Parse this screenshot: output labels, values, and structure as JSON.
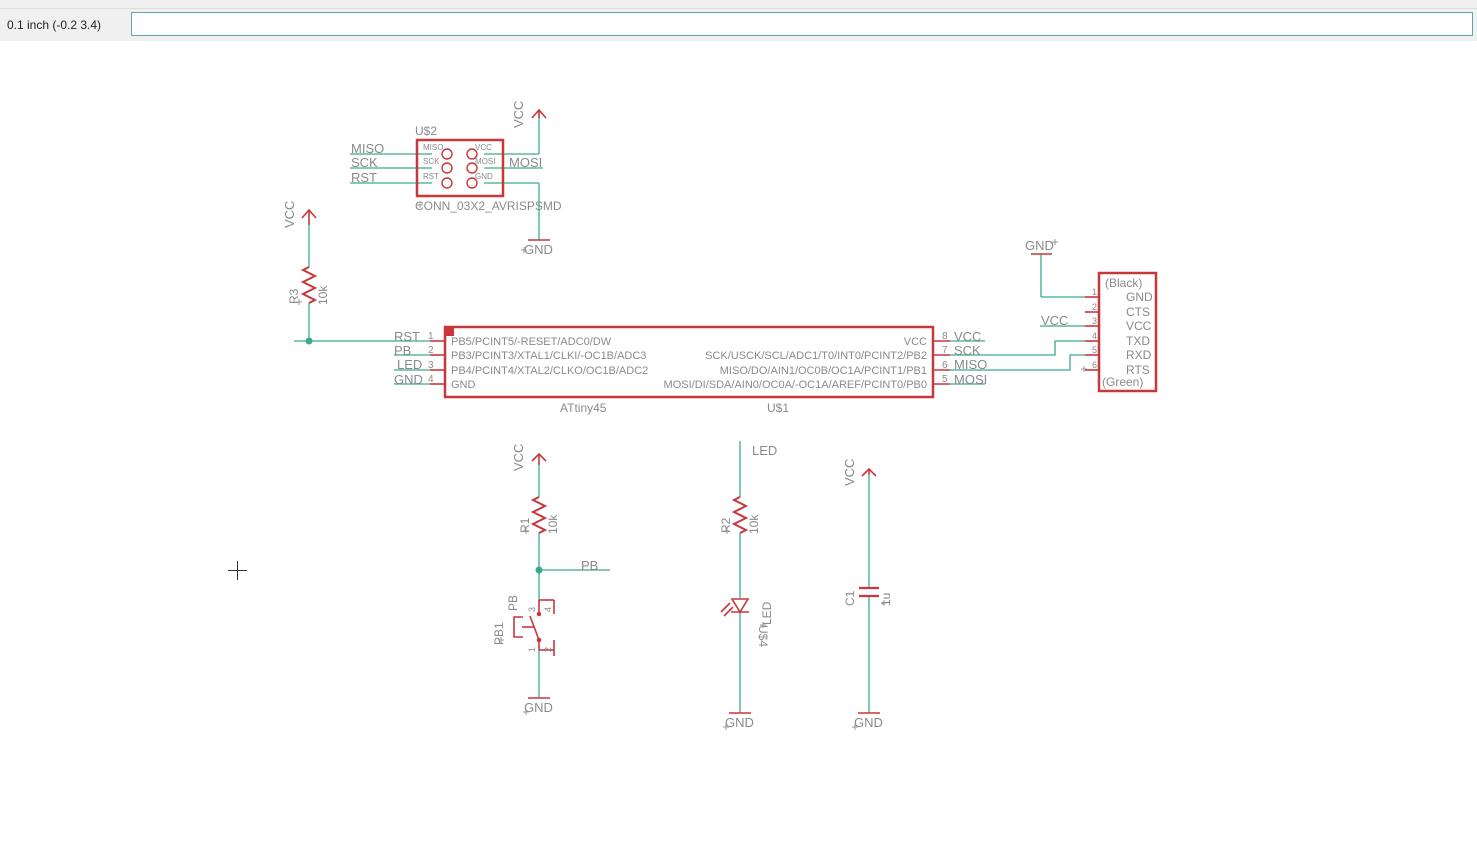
{
  "toolbar": {
    "coordinate_readout": "0.1 inch (-0.2 3.4)",
    "command_placeholder": ""
  },
  "colors": {
    "net": "#3aa98f",
    "part": "#c8373b",
    "label": "#8a8a8a",
    "background": "#ffffff"
  },
  "connector_us2": {
    "name": "U$2",
    "value": "CONN_03X2_AVRISPSMD",
    "pins": [
      "MISO",
      "VCC",
      "SCK",
      "MOSI",
      "RST",
      "GND"
    ],
    "net_labels": [
      "MISO",
      "SCK",
      "RST",
      "MOSI"
    ]
  },
  "attiny": {
    "name": "U$1",
    "value": "ATtiny45",
    "left_pins": [
      {
        "num": "1",
        "name": "PB5/PCINT5/-RESET/ADC0/DW",
        "net": "RST"
      },
      {
        "num": "2",
        "name": "PB3/PCINT3/XTAL1/CLKI/-OC1B/ADC3",
        "net": "PB"
      },
      {
        "num": "3",
        "name": "PB4/PCINT4/XTAL2/CLKO/OC1B/ADC2",
        "net": "LED"
      },
      {
        "num": "4",
        "name": "GND",
        "net": "GND"
      }
    ],
    "right_pins": [
      {
        "num": "8",
        "name": "VCC",
        "net": "VCC"
      },
      {
        "num": "7",
        "name": "SCK/USCK/SCL/ADC1/T0/INT0/PCINT2/PB2",
        "net": "SCK"
      },
      {
        "num": "6",
        "name": "MISO/DO/AIN1/OC0B/OC1A/PCINT1/PB1",
        "net": "MISO"
      },
      {
        "num": "5",
        "name": "MOSI/DI/SDA/AIN0/OC0A/-OC1A/AREF/PCINT0/PB0",
        "net": "MOSI"
      }
    ]
  },
  "ftdi": {
    "top_label": "(Black)",
    "bottom_label": "(Green)",
    "pins": [
      "GND",
      "CTS",
      "VCC",
      "TXD",
      "RXD",
      "RTS"
    ],
    "pin_numbers": [
      "1",
      "2",
      "3",
      "4",
      "5",
      "6"
    ],
    "gnd_label": "GND",
    "vcc_label": "VCC"
  },
  "r3": {
    "name": "R3",
    "value": "10k",
    "supply": "VCC"
  },
  "r1": {
    "name": "R1",
    "value": "10k",
    "supply": "VCC",
    "net_label": "PB"
  },
  "r2": {
    "name": "R2",
    "value": "10k",
    "net_label": "LED"
  },
  "pb1": {
    "name": "PB1",
    "value": "PB",
    "pin_numbers": [
      "3",
      "4",
      "1",
      "2"
    ]
  },
  "led": {
    "name": "U$4",
    "value": "LED"
  },
  "c1": {
    "name": "C1",
    "value": "1u",
    "supply": "VCC"
  },
  "symbols": {
    "gnd": "GND",
    "vcc": "VCC"
  }
}
